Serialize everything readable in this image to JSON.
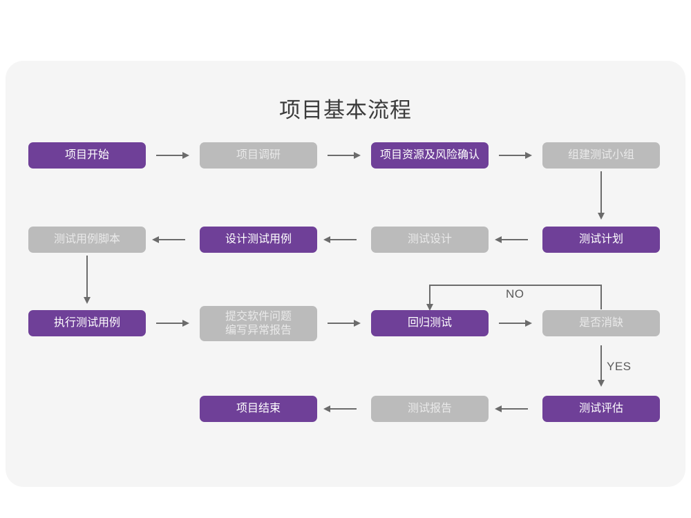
{
  "page": {
    "title": "项目基本流程",
    "colors": {
      "page_background": "#ffffff",
      "card_background": "#f5f5f5",
      "accent_purple": "#6f4098",
      "neutral_gray": "#bbbbbb",
      "gray_text": "#e9e9e9",
      "purple_text": "#ffffff",
      "title_text": "#3b3b3b",
      "connector": "#6b6b6b",
      "label_text": "#5a5a5a"
    }
  },
  "flow": {
    "rows": [
      {
        "row": 1,
        "direction": "left-to-right",
        "nodes": [
          {
            "id": "n1",
            "label": "项目开始",
            "style": "purple"
          },
          {
            "id": "n2",
            "label": "项目调研",
            "style": "gray"
          },
          {
            "id": "n3",
            "label": "项目资源及风险确认",
            "style": "purple"
          },
          {
            "id": "n4",
            "label": "组建测试小组",
            "style": "gray"
          }
        ]
      },
      {
        "row": 2,
        "direction": "right-to-left",
        "nodes": [
          {
            "id": "n5",
            "label": "测试用例脚本",
            "style": "gray"
          },
          {
            "id": "n6",
            "label": "设计测试用例",
            "style": "purple"
          },
          {
            "id": "n7",
            "label": "测试设计",
            "style": "gray"
          },
          {
            "id": "n8",
            "label": "测试计划",
            "style": "purple"
          }
        ]
      },
      {
        "row": 3,
        "direction": "left-to-right",
        "nodes": [
          {
            "id": "n9",
            "label": "执行测试用例",
            "style": "purple"
          },
          {
            "id": "n10",
            "label": "提交软件问题\n编写异常报告",
            "style": "gray"
          },
          {
            "id": "n11",
            "label": "回归测试",
            "style": "purple"
          },
          {
            "id": "n12",
            "label": "是否消缺",
            "style": "gray"
          }
        ]
      },
      {
        "row": 4,
        "direction": "right-to-left",
        "nodes": [
          {
            "id": "n13",
            "label": "项目结束",
            "style": "purple"
          },
          {
            "id": "n14",
            "label": "测试报告",
            "style": "gray"
          },
          {
            "id": "n15",
            "label": "测试评估",
            "style": "purple"
          }
        ]
      }
    ],
    "decision_labels": {
      "no": "NO",
      "yes": "YES"
    }
  }
}
